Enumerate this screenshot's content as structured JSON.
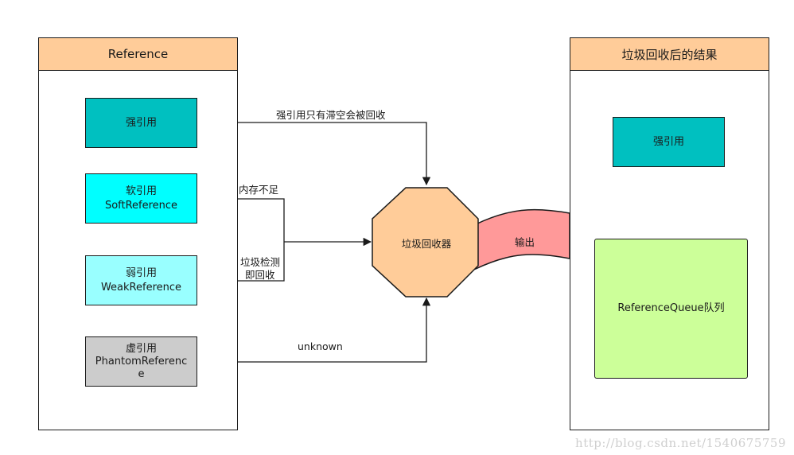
{
  "left_panel": {
    "title": "Reference",
    "strong": {
      "line1": "强引用"
    },
    "soft": {
      "line1": "软引用",
      "line2": "SoftReference"
    },
    "weak": {
      "line1": "弱引用",
      "line2": "WeakReference"
    },
    "phantom": {
      "line1": "虚引用",
      "line2": "PhantomReferenc",
      "line3": "e"
    }
  },
  "right_panel": {
    "title": "垃圾回收后的结果",
    "strong": "强引用",
    "queue": "ReferenceQueue队列"
  },
  "gc": {
    "label": "垃圾回收器"
  },
  "output": {
    "label": "输出"
  },
  "edges": {
    "strong_label": "强引用只有滞空会被回收",
    "soft_label": "内存不足",
    "weak_label_line1": "垃圾检测",
    "weak_label_line2": "即回收",
    "phantom_label": "unknown"
  },
  "colors": {
    "header": "#ffcc99",
    "strong": "#00c0c0",
    "soft": "#00ffff",
    "weak": "#99ffff",
    "phantom": "#cccccc",
    "gc": "#ffcc99",
    "queue": "#ccff99",
    "output": "#ff9999"
  },
  "watermark": "http://blog.csdn.net/1540675759"
}
